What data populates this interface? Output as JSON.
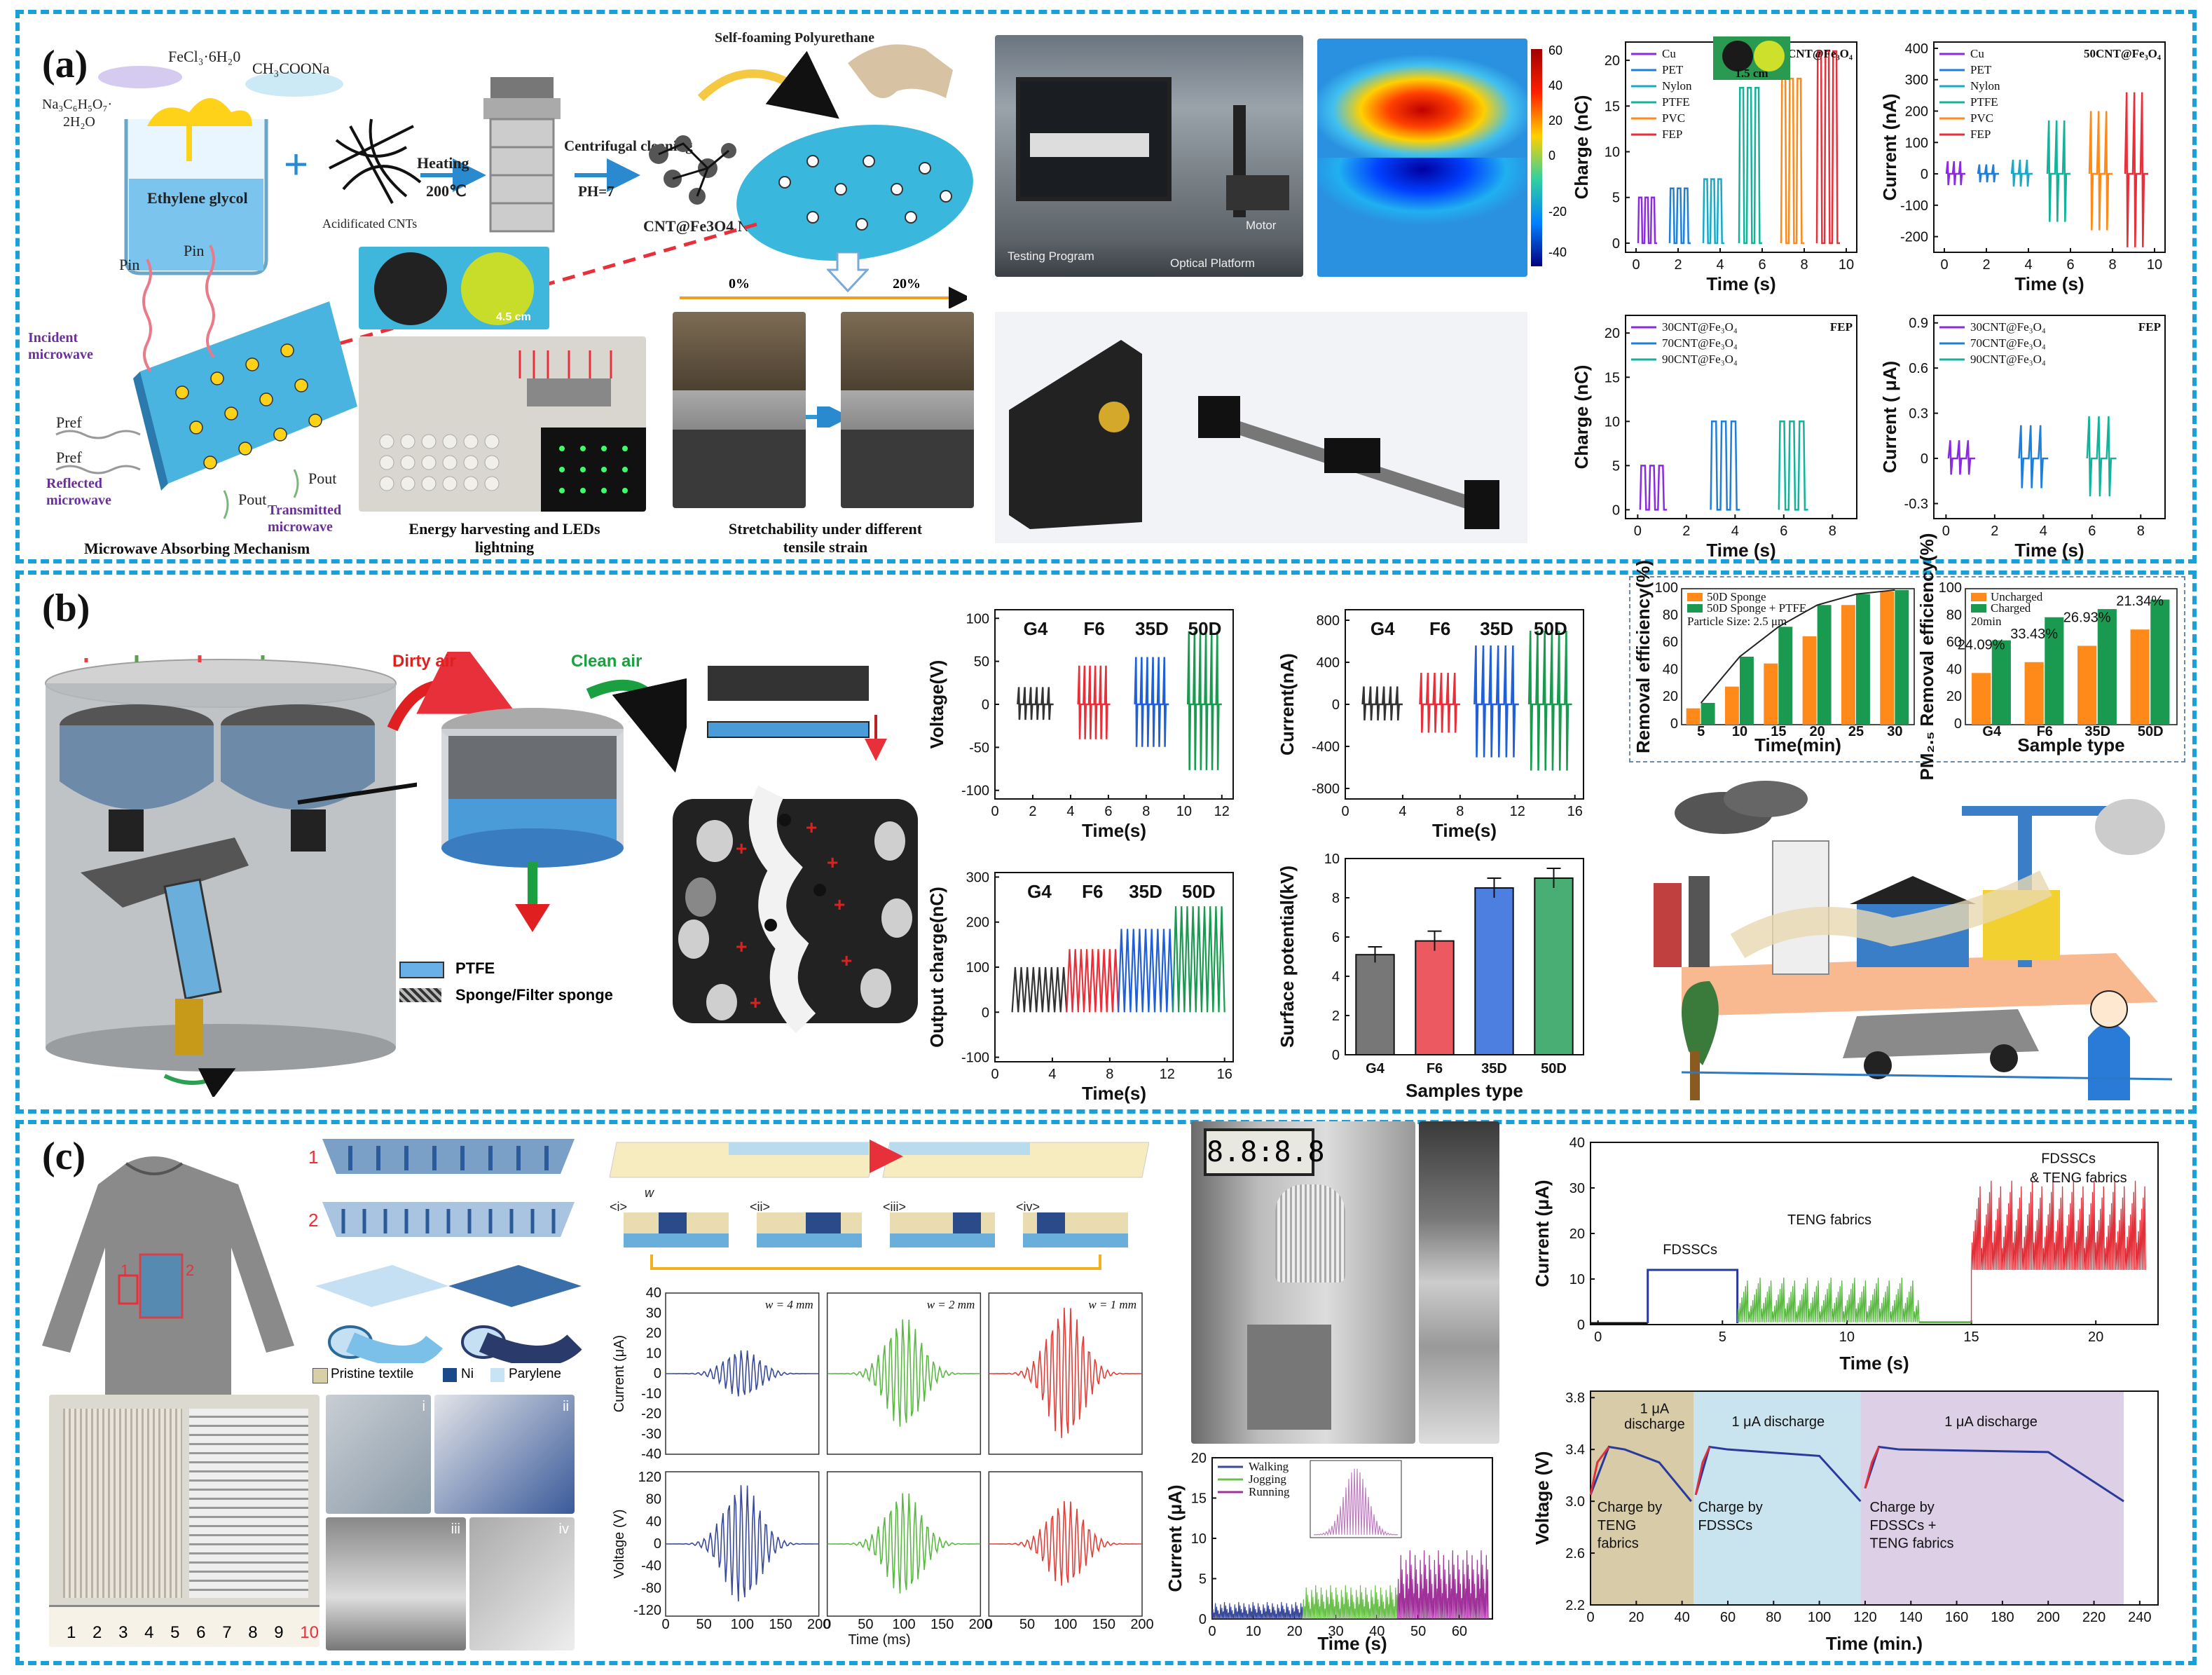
{
  "panels": {
    "a": {
      "label": "(a)",
      "synthesis": {
        "fecl3": "FeCl₃·6H₂0",
        "ch3coona": "CH₃COONa",
        "citrate": "Na₃C₆H₅O₇·",
        "citrate2": "2H₂O",
        "solvent": "Ethylene glycol",
        "cnt": "Acidificated CNTs",
        "heating": "Heating",
        "temp": "200℃",
        "centrifugal": "Centrifugal cleaning",
        "ph": "PH=7",
        "nps": "CNT@Fe3O4 NPs",
        "foam": "Self-foaming Polyurethane"
      },
      "mechanism": {
        "pin": "Pin",
        "pref": "Pref",
        "pout": "Pout",
        "incident": "Incident microwave",
        "reflected": "Reflected microwave",
        "transmitted": "Transmitted microwave",
        "caption": "Microwave Absorbing Mechanism"
      },
      "scale": "4.5 cm",
      "energy_caption": "Energy harvesting and LEDs lightning",
      "stretch": {
        "p0": "0%",
        "p20": "20%",
        "caption": "Stretchability under different tensile strain"
      },
      "setup": {
        "testing": "Testing Program",
        "optical": "Optical Platform",
        "motor": "Motor"
      },
      "heatmap": {
        "ticks": [
          "60",
          "40",
          "20",
          "0",
          "-20",
          "-40"
        ]
      },
      "inset_scale": "1.5 cm"
    },
    "b": {
      "label": "(b)",
      "dirty": "Dirty air",
      "clean": "Clean air",
      "legend_ptfe": "PTFE",
      "legend_sponge": "Sponge/Filter sponge"
    },
    "c": {
      "label": "(c)",
      "layer1": "1",
      "layer2": "2",
      "legend": [
        "Pristine textile",
        "Ni",
        "Parylene"
      ],
      "steps": [
        "<i>",
        "<ii>",
        "<iii>",
        "<iv>"
      ],
      "wlabel": "w",
      "display": "8.8:8.8",
      "photo_marks": [
        "i",
        "ii",
        "iii",
        "iv"
      ],
      "ruler": [
        "1",
        "2",
        "3",
        "4",
        "5",
        "6",
        "7",
        "8",
        "9",
        "10"
      ]
    }
  },
  "colors": {
    "border": "#1aa0d8",
    "purple": "#8a2be2",
    "blue": "#1f7fd8",
    "teal": "#12b39a",
    "orange": "#ff8a1a",
    "red": "#e8303a",
    "green": "#1a9a50"
  },
  "chart_data": [
    {
      "id": "a1",
      "type": "line",
      "ylabel": "Charge (nC)",
      "xlabel": "Time (s)",
      "xticks": [
        "0",
        "2",
        "4",
        "6",
        "8",
        "10"
      ],
      "yticks": [
        "0",
        "5",
        "10",
        "15",
        "20"
      ],
      "xlim": [
        -0.5,
        10.5
      ],
      "ylim": [
        -1,
        22
      ],
      "annotation": "50CNT@Fe₃O₄",
      "series": [
        {
          "name": "Cu",
          "color": "#8a2be2",
          "x0": 0.1,
          "x1": 1.0,
          "peak": 5
        },
        {
          "name": "PET",
          "color": "#1f7fd8",
          "x0": 1.6,
          "x1": 2.6,
          "peak": 6
        },
        {
          "name": "Nylon",
          "color": "#17a9c9",
          "x0": 3.2,
          "x1": 4.2,
          "peak": 7
        },
        {
          "name": "PTFE",
          "color": "#12b39a",
          "x0": 4.9,
          "x1": 6.0,
          "peak": 17
        },
        {
          "name": "PVC",
          "color": "#ff8a1a",
          "x0": 6.9,
          "x1": 8.0,
          "peak": 18
        },
        {
          "name": "FEP",
          "color": "#e8303a",
          "x0": 8.6,
          "x1": 9.7,
          "peak": 21
        }
      ]
    },
    {
      "id": "a2",
      "type": "line",
      "ylabel": "Current (nA)",
      "xlabel": "Time (s)",
      "xticks": [
        "0",
        "2",
        "4",
        "6",
        "8",
        "10"
      ],
      "yticks": [
        "-200",
        "-100",
        "0",
        "100",
        "200",
        "300",
        "400"
      ],
      "xlim": [
        -0.5,
        10.5
      ],
      "ylim": [
        -250,
        420
      ],
      "annotation": "50CNT@Fe₃O₄",
      "series": [
        {
          "name": "Cu",
          "color": "#8a2be2",
          "x0": 0.1,
          "x1": 1.0,
          "peak": 40
        },
        {
          "name": "PET",
          "color": "#1f7fd8",
          "x0": 1.6,
          "x1": 2.6,
          "peak": 30
        },
        {
          "name": "Nylon",
          "color": "#17a9c9",
          "x0": 3.2,
          "x1": 4.2,
          "peak": 45
        },
        {
          "name": "PTFE",
          "color": "#12b39a",
          "x0": 4.9,
          "x1": 6.0,
          "peak": 170
        },
        {
          "name": "PVC",
          "color": "#ff8a1a",
          "x0": 6.9,
          "x1": 8.0,
          "peak": 200
        },
        {
          "name": "FEP",
          "color": "#e8303a",
          "x0": 8.6,
          "x1": 9.7,
          "peak": 260
        }
      ]
    },
    {
      "id": "a3",
      "type": "line",
      "ylabel": "Charge (nC)",
      "xlabel": "Time (s)",
      "xticks": [
        "0",
        "2",
        "4",
        "6",
        "8"
      ],
      "yticks": [
        "0",
        "5",
        "10",
        "15",
        "20"
      ],
      "xlim": [
        -0.5,
        9
      ],
      "ylim": [
        -1,
        22
      ],
      "annotation": "FEP",
      "series": [
        {
          "name": "30CNT@Fe₃O₄",
          "color": "#8a2be2",
          "x0": 0.1,
          "x1": 1.2,
          "peak": 5
        },
        {
          "name": "70CNT@Fe₃O₄",
          "color": "#1f7fd8",
          "x0": 3.0,
          "x1": 4.2,
          "peak": 10
        },
        {
          "name": "90CNT@Fe₃O₄",
          "color": "#12b39a",
          "x0": 5.8,
          "x1": 7.0,
          "peak": 10
        }
      ]
    },
    {
      "id": "a4",
      "type": "line",
      "ylabel": "Current ( μA)",
      "xlabel": "Time (s)",
      "xticks": [
        "0",
        "2",
        "4",
        "6",
        "8"
      ],
      "yticks": [
        "-0.3",
        "0",
        "0.3",
        "0.6",
        "0.9"
      ],
      "xlim": [
        -0.5,
        9
      ],
      "ylim": [
        -0.4,
        0.95
      ],
      "annotation": "FEP",
      "series": [
        {
          "name": "30CNT@Fe₃O₄",
          "color": "#8a2be2",
          "x0": 0.1,
          "x1": 1.2,
          "peak": 0.12
        },
        {
          "name": "70CNT@Fe₃O₄",
          "color": "#1f7fd8",
          "x0": 3.0,
          "x1": 4.2,
          "peak": 0.22
        },
        {
          "name": "90CNT@Fe₃O₄",
          "color": "#12b39a",
          "x0": 5.8,
          "x1": 7.0,
          "peak": 0.28
        }
      ]
    },
    {
      "id": "b1",
      "type": "line",
      "ylabel": "Voltage(V)",
      "xlabel": "Time(s)",
      "xticks": [
        "0",
        "2",
        "4",
        "6",
        "8",
        "10",
        "12"
      ],
      "yticks": [
        "-100",
        "-50",
        "0",
        "50",
        "100"
      ],
      "xlim": [
        0,
        12.6
      ],
      "ylim": [
        -110,
        110
      ],
      "series": [
        {
          "name": "G4",
          "color": "#333333",
          "x0": 1.2,
          "x1": 3.1,
          "peak": 20
        },
        {
          "name": "F6",
          "color": "#e8303a",
          "x0": 4.4,
          "x1": 6.1,
          "peak": 45
        },
        {
          "name": "35D",
          "color": "#1f5fd8",
          "x0": 7.4,
          "x1": 9.2,
          "peak": 55
        },
        {
          "name": "50D",
          "color": "#1a9a50",
          "x0": 10.2,
          "x1": 12.0,
          "peak": 85
        }
      ]
    },
    {
      "id": "b2",
      "type": "line",
      "ylabel": "Current(nA)",
      "xlabel": "Time(s)",
      "xticks": [
        "0",
        "4",
        "8",
        "12",
        "16"
      ],
      "yticks": [
        "-800",
        "-400",
        "0",
        "400",
        "800"
      ],
      "xlim": [
        0,
        16.6
      ],
      "ylim": [
        -900,
        900
      ],
      "series": [
        {
          "name": "G4",
          "color": "#333333",
          "x0": 1.2,
          "x1": 4.0,
          "peak": 170
        },
        {
          "name": "F6",
          "color": "#e8303a",
          "x0": 5.2,
          "x1": 8.0,
          "peak": 300
        },
        {
          "name": "35D",
          "color": "#1f5fd8",
          "x0": 9.0,
          "x1": 12.1,
          "peak": 560
        },
        {
          "name": "50D",
          "color": "#1a9a50",
          "x0": 12.8,
          "x1": 15.8,
          "peak": 700
        }
      ]
    },
    {
      "id": "b3",
      "type": "line",
      "ylabel": "Output charge(nC)",
      "xlabel": "Time(s)",
      "xticks": [
        "0",
        "4",
        "8",
        "12",
        "16"
      ],
      "yticks": [
        "-100",
        "0",
        "100",
        "200",
        "300"
      ],
      "xlim": [
        0,
        16.6
      ],
      "ylim": [
        -110,
        310
      ],
      "series": [
        {
          "name": "G4",
          "color": "#333333",
          "x0": 1.2,
          "x1": 5.0,
          "peak": 100
        },
        {
          "name": "F6",
          "color": "#e8303a",
          "x0": 5.0,
          "x1": 8.6,
          "peak": 140
        },
        {
          "name": "35D",
          "color": "#1f5fd8",
          "x0": 8.6,
          "x1": 12.4,
          "peak": 185
        },
        {
          "name": "50D",
          "color": "#1a9a50",
          "x0": 12.4,
          "x1": 16.0,
          "peak": 235
        }
      ]
    },
    {
      "id": "b4",
      "type": "bar",
      "ylabel": "Surface potential(kV)",
      "xlabel": "Samples type",
      "categories": [
        "G4",
        "F6",
        "35D",
        "50D"
      ],
      "values": [
        5.1,
        5.8,
        8.5,
        9.0
      ],
      "errors": [
        0.4,
        0.5,
        0.5,
        0.5
      ],
      "yticks": [
        "0",
        "2",
        "4",
        "6",
        "8",
        "10"
      ],
      "ylim": [
        0,
        10
      ],
      "colors": [
        "#555555",
        "#e8303a",
        "#1f5fd8",
        "#1a9a50"
      ]
    },
    {
      "id": "b5",
      "type": "bar",
      "ylabel": "Removal efficiency(%)",
      "xlabel": "Time(min)",
      "categories": [
        "5",
        "10",
        "15",
        "20",
        "25",
        "30"
      ],
      "yticks": [
        "0",
        "20",
        "40",
        "60",
        "80",
        "100"
      ],
      "ylim": [
        0,
        100
      ],
      "annotation": "Particle Size: 2.5 μm",
      "series": [
        {
          "name": "50D Sponge",
          "color": "#ff8a1a",
          "values": [
            12,
            28,
            45,
            65,
            88,
            98
          ]
        },
        {
          "name": "50D Sponge + PTFE",
          "color": "#1a9a50",
          "values": [
            16,
            50,
            72,
            88,
            96,
            99
          ]
        }
      ]
    },
    {
      "id": "b6",
      "type": "bar",
      "ylabel": "PM₂.₅ Removal efficiency(%)",
      "xlabel": "Sample type",
      "categories": [
        "G4",
        "F6",
        "35D",
        "50D"
      ],
      "yticks": [
        "0",
        "20",
        "40",
        "60",
        "80",
        "100"
      ],
      "ylim": [
        0,
        100
      ],
      "annotation": "20min",
      "labels": [
        "24.09%",
        "33.43%",
        "26.93%",
        "21.34%"
      ],
      "series": [
        {
          "name": "Uncharged",
          "color": "#ff8a1a",
          "values": [
            38,
            46,
            58,
            70
          ]
        },
        {
          "name": "Charged",
          "color": "#1a9a50",
          "values": [
            62,
            79,
            85,
            92
          ]
        }
      ]
    },
    {
      "id": "c1",
      "type": "line",
      "ylabel": "Current (μA)",
      "xlabel": "",
      "yticks": [
        "-40",
        "-30",
        "-20",
        "-10",
        "0",
        "10",
        "20",
        "30",
        "40"
      ],
      "ylim": [
        -40,
        40
      ],
      "xlim": [
        0,
        200
      ],
      "series": [
        {
          "name": "w = 4 mm",
          "color": "#3a4a9a",
          "amp": 12
        },
        {
          "name": "w = 2 mm",
          "color": "#5ab843",
          "amp": 28
        },
        {
          "name": "w = 1 mm",
          "color": "#e0403a",
          "amp": 34
        }
      ]
    },
    {
      "id": "c2",
      "type": "line",
      "ylabel": "Voltage (V)",
      "xlabel": "Time (ms)",
      "xticks": [
        "0",
        "50",
        "100",
        "150",
        "200"
      ],
      "yticks": [
        "-120",
        "-80",
        "-40",
        "0",
        "40",
        "80",
        "120"
      ],
      "ylim": [
        -130,
        130
      ],
      "xlim": [
        0,
        200
      ],
      "series": [
        {
          "name": "w = 4 mm",
          "color": "#3a4a9a",
          "amp": 110
        },
        {
          "name": "w = 2 mm",
          "color": "#5ab843",
          "amp": 95
        },
        {
          "name": "w = 1 mm",
          "color": "#e0403a",
          "amp": 80
        }
      ]
    },
    {
      "id": "c3",
      "type": "line",
      "ylabel": "Current (μA)",
      "xlabel": "Time (s)",
      "xticks": [
        "0",
        "10",
        "20",
        "30",
        "40",
        "50",
        "60"
      ],
      "yticks": [
        "0",
        "5",
        "10",
        "15",
        "20"
      ],
      "xlim": [
        0,
        68
      ],
      "ylim": [
        0,
        20
      ],
      "series": [
        {
          "name": "Walking",
          "color": "#3a4a9a",
          "x0": 0,
          "x1": 22,
          "level": 1.6
        },
        {
          "name": "Jogging",
          "color": "#6ac04a",
          "x0": 22,
          "x1": 45,
          "level": 3.2
        },
        {
          "name": "Running",
          "color": "#a0309a",
          "x0": 45,
          "x1": 67,
          "level": 6.5
        }
      ]
    },
    {
      "id": "c4",
      "type": "line",
      "ylabel": "Current (μA)",
      "xlabel": "Time (s)",
      "xticks": [
        "0",
        "5",
        "10",
        "15",
        "20"
      ],
      "yticks": [
        "0",
        "10",
        "20",
        "30",
        "40"
      ],
      "xlim": [
        -0.3,
        22.5
      ],
      "ylim": [
        0,
        40
      ],
      "series": [
        {
          "name": "FDSSCs",
          "color": "#2a3a9a",
          "x0": 2,
          "x1": 5.6,
          "level": 12
        },
        {
          "name": "TENG fabrics",
          "color": "#5ab843",
          "x0": 5.6,
          "x1": 12.9,
          "level": 8
        },
        {
          "name": "FDSSCs & TENG fabrics",
          "color": "#e0303a",
          "x0": 15,
          "x1": 22,
          "level": 16
        }
      ]
    },
    {
      "id": "c5",
      "type": "line",
      "ylabel": "Voltage (V)",
      "xlabel": "Time (min.)",
      "xticks": [
        "0",
        "20",
        "40",
        "60",
        "80",
        "100",
        "120",
        "140",
        "160",
        "180",
        "200",
        "220",
        "240"
      ],
      "yticks": [
        "2.2",
        "2.6",
        "3.0",
        "3.4",
        "3.8"
      ],
      "xlim": [
        0,
        248
      ],
      "ylim": [
        2.2,
        3.85
      ],
      "regions": [
        {
          "x0": 0,
          "x1": 45,
          "color": "#d8cba8"
        },
        {
          "x0": 45,
          "x1": 118,
          "color": "#c9e4ef"
        },
        {
          "x0": 118,
          "x1": 233,
          "color": "#dccfe6"
        }
      ],
      "annotations": [
        "1 μA discharge",
        "1 μA discharge",
        "1 μA discharge",
        "Charge by TENG fabrics",
        "Charge by FDSSCs",
        "Charge by FDSSCs + TENG fabrics"
      ]
    }
  ]
}
